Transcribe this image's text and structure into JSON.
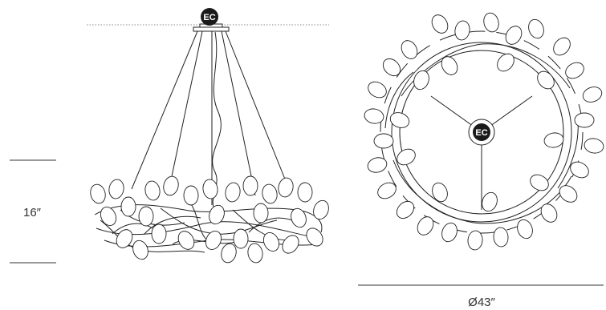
{
  "labels": {
    "height_dim": "16″",
    "diameter_dim": "Ø43″",
    "ec_badge_side": "EC",
    "ec_badge_top": "EC"
  },
  "colors": {
    "ink": "#222222",
    "badge": "#1a1a1a",
    "ceiling_line": "#888888"
  }
}
